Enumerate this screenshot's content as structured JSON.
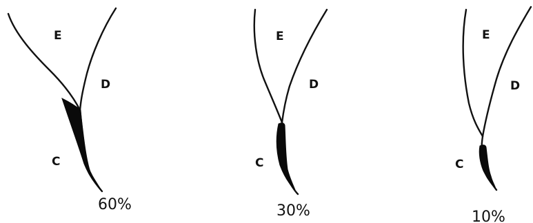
{
  "panels": [
    {
      "labels": {
        "upper": "E",
        "right": "D",
        "lower": "C"
      },
      "percentage": "60%"
    },
    {
      "labels": {
        "upper": "E",
        "right": "D",
        "lower": "C"
      },
      "percentage": "30%"
    },
    {
      "labels": {
        "upper": "E",
        "right": "D",
        "lower": "C"
      },
      "percentage": "10%"
    }
  ]
}
